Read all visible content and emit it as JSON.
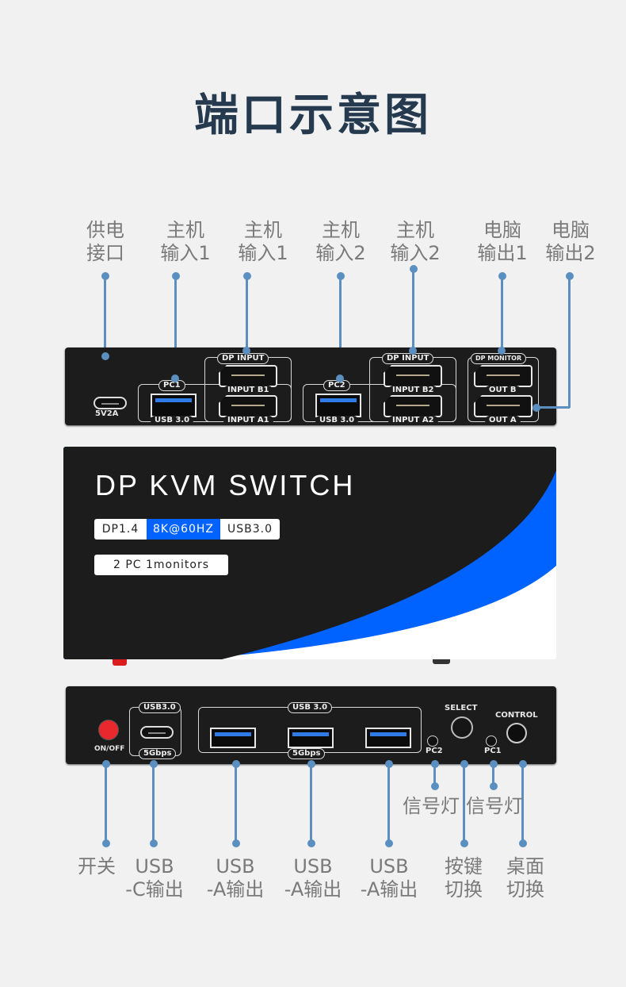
{
  "title": "端口示意图",
  "top_labels": [
    {
      "line1": "供电",
      "line2": "接口"
    },
    {
      "line1": "主机",
      "line2": "输入1"
    },
    {
      "line1": "主机",
      "line2": "输入1"
    },
    {
      "line1": "主机",
      "line2": "输入2"
    },
    {
      "line1": "主机",
      "line2": "输入2"
    },
    {
      "line1": "电脑",
      "line2": "输出1"
    },
    {
      "line1": "电脑",
      "line2": "输出2"
    }
  ],
  "rear_panel": {
    "power_label": "5V2A",
    "pc1_tag": "PC1",
    "pc2_tag": "PC2",
    "dp_input_tag": "DP INPUT",
    "dp_monitor_tag": "DP MONITOR",
    "usb_label": "USB 3.0",
    "input_b1": "INPUT B1",
    "input_a1": "INPUT A1",
    "input_b2": "INPUT B2",
    "input_a2": "INPUT A2",
    "out_b": "OUT B",
    "out_a": "OUT A"
  },
  "top_face": {
    "product_name": "DP KVM SWITCH",
    "chips": [
      "DP1.4",
      "8K@60HZ",
      "USB3.0"
    ],
    "subtitle_chip": "2 PC 1monitors",
    "accent_color": "#0062ff"
  },
  "front_panel": {
    "power_label": "ON/OFF",
    "usbc_top_tag": "USB3.0",
    "usbc_bottom_tag": "5Gbps",
    "usba_top_tag": "USB 3.0",
    "usba_bottom_tag": "5Gbps",
    "select_label": "SELECT",
    "control_label": "CONTROL",
    "pc2_led": "PC2",
    "pc1_led": "PC1"
  },
  "mid_labels": [
    "信号灯",
    "信号灯"
  ],
  "bottom_labels": [
    {
      "line1": "开关",
      "line2": ""
    },
    {
      "line1": "USB",
      "line2": "-C输出"
    },
    {
      "line1": "USB",
      "line2": "-A输出"
    },
    {
      "line1": "USB",
      "line2": "-A输出"
    },
    {
      "line1": "USB",
      "line2": "-A输出"
    },
    {
      "line1": "按键",
      "line2": "切换"
    },
    {
      "line1": "桌面",
      "line2": "切换"
    }
  ]
}
